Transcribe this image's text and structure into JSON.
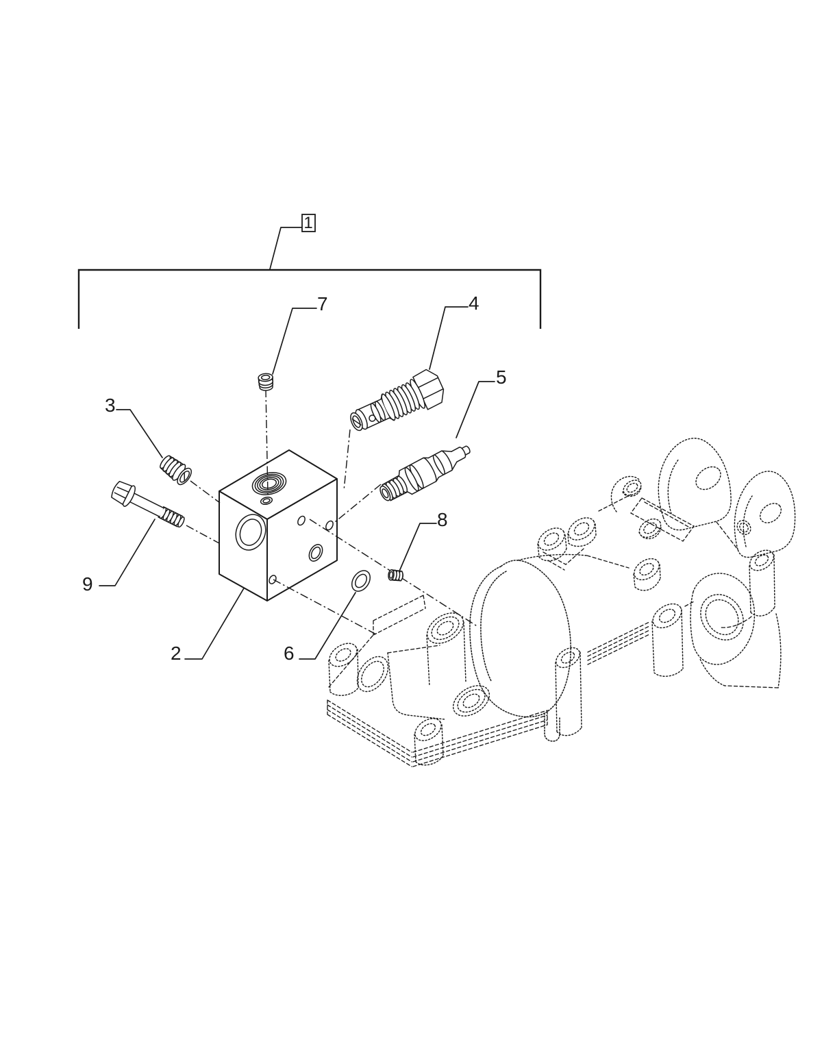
{
  "figure": {
    "kind": "exploded-parts-diagram",
    "background": "#ffffff",
    "line_color": "#1a1a1a"
  },
  "callouts": [
    {
      "label": "1",
      "boxed": true
    },
    {
      "label": "2",
      "boxed": false
    },
    {
      "label": "3",
      "boxed": false
    },
    {
      "label": "4",
      "boxed": false
    },
    {
      "label": "5",
      "boxed": false
    },
    {
      "label": "6",
      "boxed": false
    },
    {
      "label": "7",
      "boxed": false
    },
    {
      "label": "8",
      "boxed": false
    },
    {
      "label": "9",
      "boxed": false
    }
  ]
}
